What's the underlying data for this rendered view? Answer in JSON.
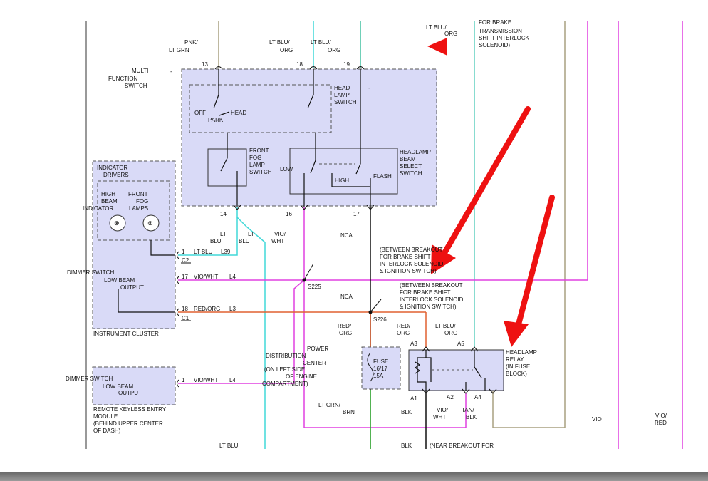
{
  "colors": {
    "pink": "#e040e0",
    "cyan": "#40d8d8",
    "green": "#40c040",
    "tan": "#a8a080",
    "orange": "#e06030",
    "teal": "#60d0c0",
    "arrow": "#ee1111",
    "box": "#d9daf7"
  },
  "labels": {
    "pnk_lt_grn_1": "PNK/",
    "pnk_lt_grn_2": "LT GRN",
    "lt_blu_org_a1": "LT BLU/",
    "lt_blu_org_a2": "ORG",
    "lt_blu_org_b1": "LT BLU/",
    "lt_blu_org_b2": "ORG",
    "lt_blu_org_c1": "LT BLU/",
    "lt_blu_org_c2": "ORG",
    "brake_note_1": "FOR BRAKE",
    "brake_note_2": "TRANSMISSION",
    "brake_note_3": "SHIFT INTERLOCK",
    "brake_note_4": "SOLENOID)",
    "pin13": "13",
    "pin18": "18",
    "pin19": "19",
    "mfs_1": "MULTI",
    "mfs_2": "FUNCTION",
    "mfs_3": "SWITCH",
    "dash": "-",
    "hl_sw_1": "HEAD",
    "hl_sw_2": "LAMP",
    "hl_sw_3": "SWITCH",
    "dash2": "-",
    "off": "OFF",
    "park": "PARK",
    "head": "HEAD",
    "fog_1": "FRONT",
    "fog_2": "FOG",
    "fog_3": "LAMP",
    "fog_4": "SWITCH",
    "low": "LOW",
    "high": "HIGH",
    "flash": "FLASH",
    "hb_1": "HEADLAMP",
    "hb_2": "BEAM",
    "hb_3": "SELECT",
    "hb_4": "SWITCH",
    "ind_1": "INDICATOR",
    "ind_2": "DRIVERS",
    "high_beam_1": "HIGH",
    "high_beam_2": "BEAM",
    "high_beam_3": "INDICATOR",
    "ffl_1": "FRONT",
    "ffl_2": "FOG",
    "ffl_3": "LAMPS",
    "pin14": "14",
    "pin16": "16",
    "pin17": "17",
    "ltblu1_1": "LT",
    "ltblu1_2": "BLU",
    "ltblu2_1": "LT",
    "ltblu2_2": "BLU",
    "viowht_1": "VIO/",
    "viowht_2": "WHT",
    "nca1": "NCA",
    "nca2": "NCA",
    "break1_1": "(BETWEEN BREAKOUT",
    "break1_2": "FOR BRAKE SHIFT",
    "break1_3": "INTERLOCK SOLENOID",
    "break1_4": "& IGNITION SWITCH)",
    "break2_1": "(BETWEEN BREAKOUT",
    "break2_2": "FOR BRAKE SHIFT",
    "break2_3": "INTERLOCK SOLENOID",
    "break2_4": "& IGNITION SWITCH)",
    "c_pin1": "1",
    "c_ltblu": "LT BLU",
    "c_l39": "L39",
    "c2": "C2",
    "dimmer1": "DIMMER SWITCH",
    "low_beam_out_1": "LOW BEAM",
    "low_beam_out_2": "OUTPUT",
    "c_pin17": "17",
    "c_viowht": "VIO/WHT",
    "c_l4": "L4",
    "s225": "S225",
    "c_pin18": "18",
    "c_redorg": "RED/ORG",
    "c_l3": "L3",
    "c1": "C1",
    "s226": "S226",
    "inst": "INSTRUMENT CLUSTER",
    "redorg1_1": "RED/",
    "redorg1_2": "ORG",
    "redorg2_1": "RED/",
    "redorg2_2": "ORG",
    "ltbluorg3_1": "LT BLU/",
    "ltbluorg3_2": "ORG",
    "a3": "A3",
    "a5": "A5",
    "a1": "A1",
    "a2": "A2",
    "a4": "A4",
    "relay_1": "HEADLAMP",
    "relay_2": "RELAY",
    "relay_3": "(IN FUSE",
    "relay_4": "BLOCK)",
    "power": "POWER",
    "distribution": "DISTRIBUTION",
    "center": "CENTER",
    "onleft_1": "(ON LEFT SIDE",
    "onleft_2": "OF ENGINE",
    "onleft_3": "COMPARTMENT)",
    "fuse_1": "FUSE",
    "fuse_2": "16/17",
    "fuse_3": "15A",
    "dimmer2": "DIMMER SWITCH",
    "low_beam_out2_1": "LOW BEAM",
    "low_beam_out2_2": "OUTPUT",
    "rk_pin1": "1",
    "rk_viowht": "VIO/WHT",
    "rk_l4": "L4",
    "rke_1": "REMOTE KEYLESS ENTRY",
    "rke_2": "MODULE",
    "rke_3": "(BEHIND UPPER CENTER",
    "rke_4": "OF DASH)",
    "ltgrn_brn_1": "LT GRN/",
    "ltgrn_brn_2": "BRN",
    "blk1": "BLK",
    "viowht3_1": "VIO/",
    "viowht3_2": "WHT",
    "tanblk_1": "TAN/",
    "tanblk_2": "BLK",
    "vio": "VIO",
    "viored_1": "VIO/",
    "viored_2": "RED",
    "ltblu_bottom": "LT BLU",
    "blk2": "BLK",
    "near_breakout": "(NEAR BREAKOUT FOR"
  }
}
